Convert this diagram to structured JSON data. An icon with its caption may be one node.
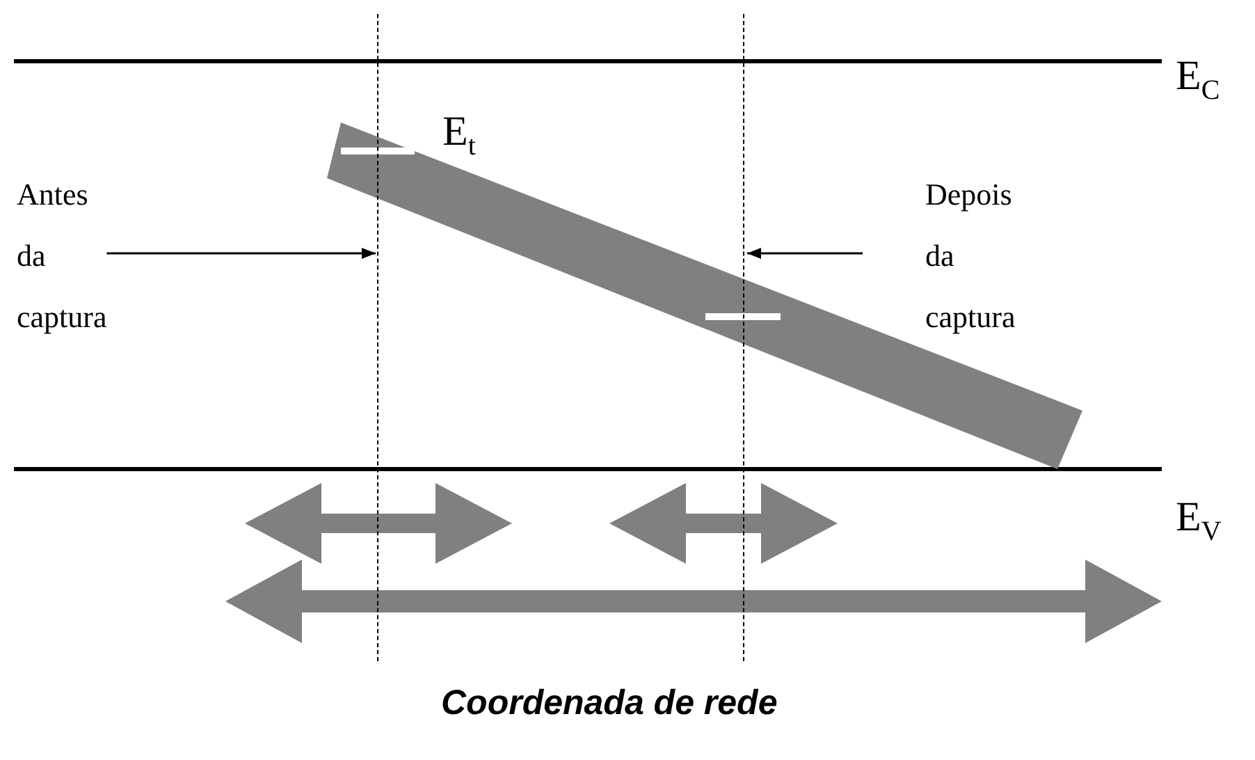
{
  "diagram": {
    "nodes": [
      {
        "text": [
          "Antes da captura"
        ]
      },
      {
        "text": [
          "Depois da captura"
        ]
      },
      {
        "text": [],
        "shape": "line"
      },
      {
        "text": [],
        "shape": "line"
      }
    ],
    "edges": [
      {
        "from": 0,
        "to": 2,
        "arrow": "to"
      },
      {
        "from": 1,
        "to": 3,
        "arrow": "to"
      }
    ],
    "labels": [
      "E$_{C}$",
      "E$_{t}$",
      "E$_{V}$",
      "Coordenada de rede"
    ]
  }
}
